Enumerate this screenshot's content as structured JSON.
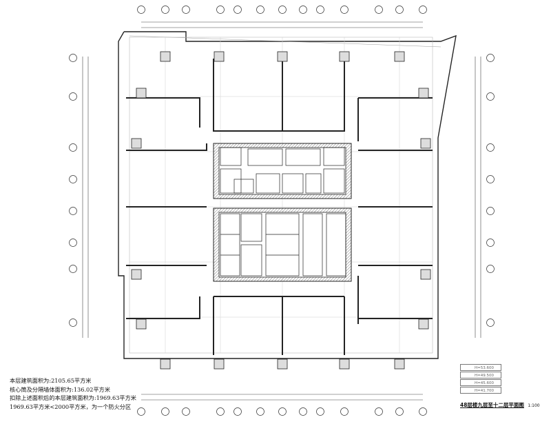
{
  "drawing": {
    "title": "48层楼九层至十二层平面图",
    "scale": "1:100"
  },
  "area_notes": [
    "本层建筑面积为:2105.65平方米",
    "核心筒及分隔墙体面积为:136.02平方米",
    "扣除上述面积后的本层建筑面积为:1969.63平方米",
    "1969.63平方米<2000平方米，为一个防火分区"
  ],
  "legend": [
    "H=53.600",
    "H=49.500",
    "H=45.600",
    "H=41.700"
  ],
  "colors": {
    "line": "#222222",
    "thin": "#777777",
    "hatch": "#555555"
  }
}
